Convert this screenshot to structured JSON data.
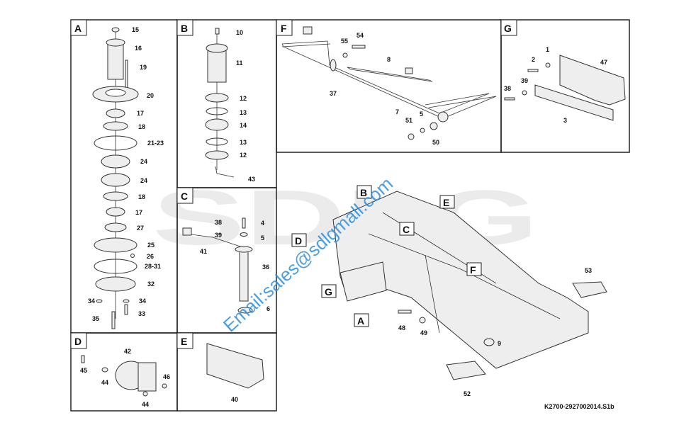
{
  "brand_watermark": "SDLG",
  "email_watermark": "Email:sales@sdlgmall.com",
  "drawing_code": "K2700-2927002014.S1b",
  "panels": {
    "A": {
      "letter": "A",
      "labels": [
        "15",
        "16",
        "19",
        "20",
        "17",
        "18",
        "21-23",
        "24",
        "24",
        "18",
        "17",
        "27",
        "25",
        "26",
        "28-31",
        "32",
        "34",
        "34",
        "33",
        "35"
      ]
    },
    "B": {
      "letter": "B",
      "labels": [
        "10",
        "11",
        "12",
        "13",
        "14",
        "13",
        "12",
        "43"
      ]
    },
    "C": {
      "letter": "C",
      "labels": [
        "38",
        "4",
        "39",
        "5",
        "41",
        "36",
        "6"
      ]
    },
    "D": {
      "letter": "D",
      "labels": [
        "42",
        "45",
        "44",
        "46",
        "44"
      ]
    },
    "E": {
      "letter": "E",
      "labels": [
        "40"
      ]
    },
    "F": {
      "letter": "F",
      "labels": [
        "55",
        "54",
        "8",
        "37",
        "7",
        "5",
        "51",
        "50"
      ]
    },
    "G": {
      "letter": "G",
      "labels": [
        "1",
        "2",
        "47",
        "39",
        "38",
        "3"
      ]
    }
  },
  "main": {
    "callouts": [
      "B",
      "E",
      "C",
      "D",
      "F",
      "G",
      "A"
    ],
    "labels": [
      "53",
      "48",
      "49",
      "9",
      "52"
    ]
  },
  "colors": {
    "line": "#333333",
    "watermark": "#2f8fe0"
  }
}
